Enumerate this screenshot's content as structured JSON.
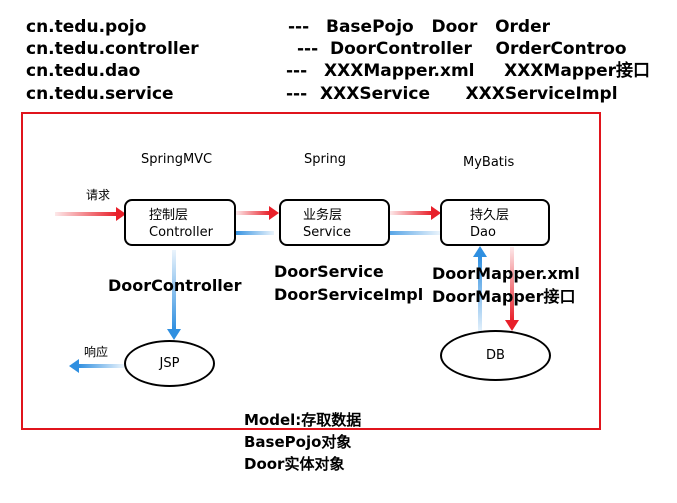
{
  "header_lines": [
    {
      "pkg": "cn.tedu.pojo",
      "sep": "---",
      "items": "BasePojo   Door   Order"
    },
    {
      "pkg": "cn.tedu.controller",
      "sep": "---",
      "items": "DoorController    OrderControo"
    },
    {
      "pkg": "cn.tedu.dao",
      "sep": "---",
      "items": "XXXMapper.xml     XXXMapper接口"
    },
    {
      "pkg": "cn.tedu.service",
      "sep": "---",
      "items": "XXXService      XXXServiceImpl"
    }
  ],
  "layers": {
    "springmvc": {
      "title": "SpringMVC",
      "line1": "控制层",
      "line2": "Controller"
    },
    "spring": {
      "title": "Spring",
      "line1": "业务层",
      "line2": "Service"
    },
    "mybatis": {
      "title": "MyBatis",
      "line1": "持久层",
      "line2": "Dao"
    }
  },
  "labels": {
    "request": "请求",
    "response": "响应",
    "jsp": "JSP",
    "db": "DB"
  },
  "notes": {
    "controller": "DoorController",
    "service_1": "DoorService",
    "service_2": "DoorServiceImpl",
    "dao_1": "DoorMapper.xml",
    "dao_2": "DoorMapper接口"
  },
  "model_lines": [
    "Model:存取数据",
    "BasePojo对象",
    "Door实体对象"
  ],
  "colors": {
    "frame": "#e0141c",
    "forward_arrow": "#e8202a",
    "return_arrow": "#2f8fe0"
  }
}
